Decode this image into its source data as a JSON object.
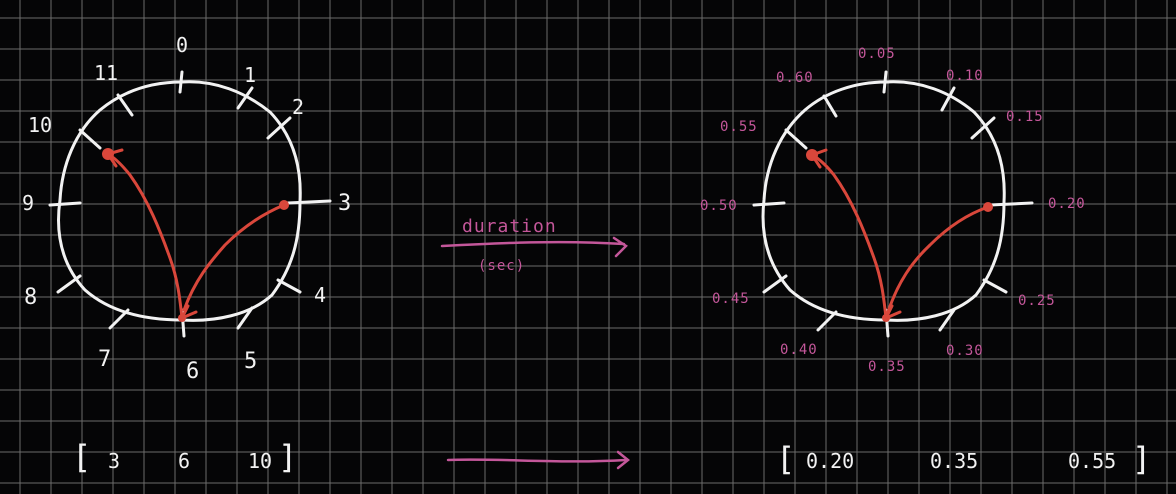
{
  "colors": {
    "background": "#050506",
    "grid": "#6b6b6b",
    "ink_white": "#f2f2f2",
    "ink_red": "#d9473b",
    "ink_pink": "#c4579a"
  },
  "left_clock": {
    "labels": [
      "0",
      "1",
      "2",
      "3",
      "4",
      "5",
      "6",
      "7",
      "8",
      "9",
      "10",
      "11"
    ],
    "path_stops": [
      "3",
      "6",
      "10"
    ]
  },
  "right_clock": {
    "labels": [
      "0.05",
      "0.10",
      "0.15",
      "0.20",
      "0.25",
      "0.30",
      "0.35",
      "0.40",
      "0.45",
      "0.50",
      "0.55",
      "0.60"
    ],
    "path_stops": [
      "0.20",
      "0.35",
      "0.55"
    ]
  },
  "middle": {
    "arrow_label": "duration",
    "arrow_sublabel": "(sec)"
  },
  "left_array": {
    "open_bracket": "[",
    "values": [
      "3",
      "6",
      "10"
    ],
    "close_bracket": "]"
  },
  "right_array": {
    "open_bracket": "[",
    "values": [
      "0.20",
      "0.35",
      "0.55"
    ],
    "close_bracket": "]"
  }
}
